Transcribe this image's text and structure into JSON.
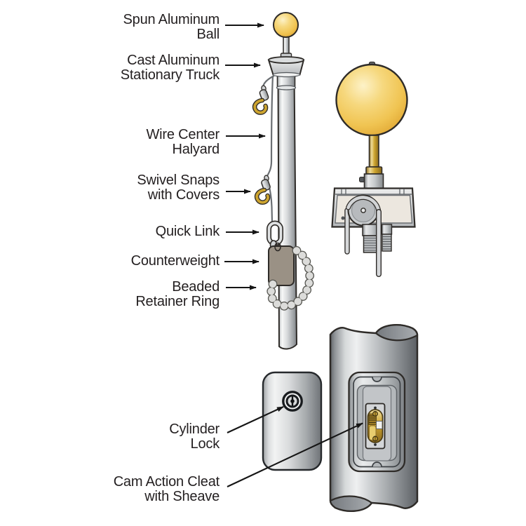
{
  "colors": {
    "text": "#231f20",
    "outline": "#2e2b28",
    "gold": "#f0c452",
    "gold_light": "#fdf2c8",
    "gold_dark": "#dfa430",
    "brass": "#cda42f",
    "brass_light": "#f0dc9a",
    "brass_dark": "#8a6a1e",
    "metal_light": "#f2f3f3",
    "metal_mid": "#c3c6c8",
    "metal_dark": "#7c8084",
    "panel_cream": "#ece7df",
    "counterweight": "#9a9185",
    "bead": "#dcdcda",
    "background": "#ffffff"
  },
  "diagram": {
    "labels": [
      {
        "id": "spun-aluminum-ball",
        "text": "Spun Aluminum\nBall"
      },
      {
        "id": "cast-aluminum-stationary-truck",
        "text": "Cast Aluminum\nStationary Truck"
      },
      {
        "id": "wire-center-halyard",
        "text": "Wire Center\nHalyard"
      },
      {
        "id": "swivel-snaps-with-covers",
        "text": "Swivel Snaps\nwith Covers"
      },
      {
        "id": "quick-link",
        "text": "Quick Link"
      },
      {
        "id": "counterweight",
        "text": "Counterweight"
      },
      {
        "id": "beaded-retainer-ring",
        "text": "Beaded\nRetainer Ring"
      },
      {
        "id": "cylinder-lock",
        "text": "Cylinder\nLock"
      },
      {
        "id": "cam-action-cleat-with-sheave",
        "text": "Cam Action Cleat\nwith Sheave"
      }
    ]
  }
}
